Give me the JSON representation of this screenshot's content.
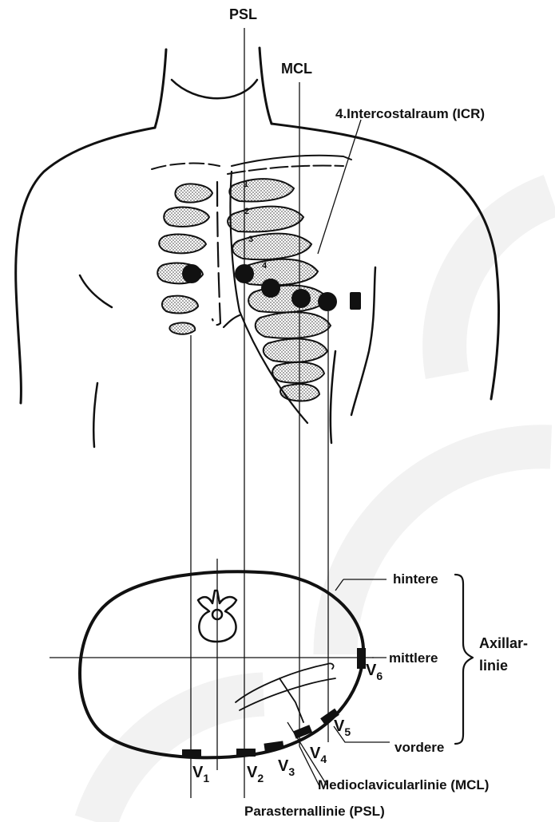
{
  "labels": {
    "psl_top": "PSL",
    "mcl_top": "MCL",
    "icr": "4.Intercostalraum (ICR)",
    "rib_numbers": [
      "1",
      "2",
      "3",
      "4"
    ],
    "axillar": {
      "hintere": "hintere",
      "mittlere": "mittlere",
      "vordere": "vordere",
      "group_line1": "Axillar-",
      "group_line2": "linie"
    },
    "mcl_bottom": "Medioclavicularlinie (MCL)",
    "psl_bottom": "Parasternallinie (PSL)",
    "leads": [
      {
        "letter": "V",
        "sub": "1"
      },
      {
        "letter": "V",
        "sub": "2"
      },
      {
        "letter": "V",
        "sub": "3"
      },
      {
        "letter": "V",
        "sub": "4"
      },
      {
        "letter": "V",
        "sub": "5"
      },
      {
        "letter": "V",
        "sub": "6"
      }
    ]
  },
  "colors": {
    "ink": "#111111",
    "background": "#ffffff",
    "rib_dots": "#6a6a6a"
  }
}
